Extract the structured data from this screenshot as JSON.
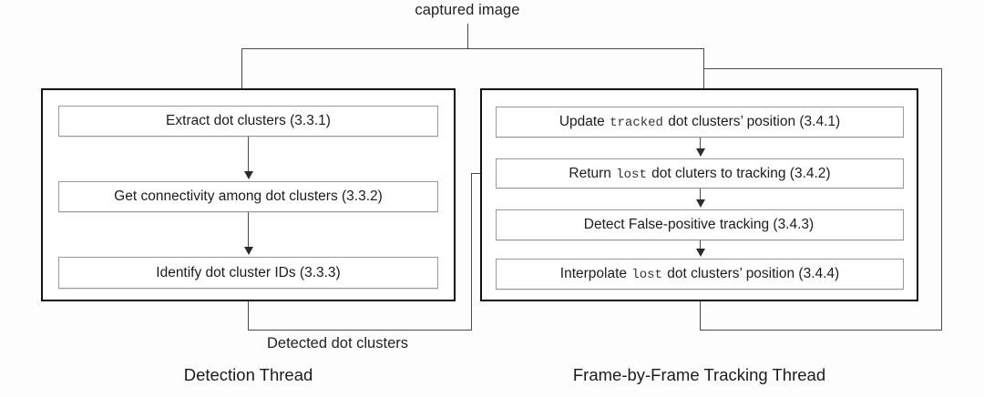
{
  "diagram": {
    "title": "Detection Thread and Frame-by-Frame Tracking Thread flowchart",
    "input_label": "captured image",
    "intermediate_label": "Detected dot clusters",
    "line_color": "#4a4a4a",
    "panel_border_color": "#111111",
    "box_border_color": "#9a9a9a",
    "background_color": "#fdfdfd"
  },
  "detection_thread": {
    "title": "Detection Thread",
    "steps": [
      {
        "id": "3.3.1",
        "text": "Extract dot clusters (3.3.1)"
      },
      {
        "id": "3.3.2",
        "text": "Get connectivity among dot clusters (3.3.2)"
      },
      {
        "id": "3.3.3",
        "text": "Identify dot cluster IDs (3.3.3)"
      }
    ]
  },
  "tracking_thread": {
    "title": "Frame-by-Frame Tracking Thread",
    "steps": [
      {
        "id": "3.4.1",
        "prefix": "Update ",
        "mono": "tracked",
        "suffix": " dot clusters’ position (3.4.1)"
      },
      {
        "id": "3.4.2",
        "prefix": "Return ",
        "mono": "lost",
        "suffix": " dot cluters to tracking (3.4.2)"
      },
      {
        "id": "3.4.3",
        "prefix": "Detect False-positive tracking (3.4.3)",
        "mono": "",
        "suffix": ""
      },
      {
        "id": "3.4.4",
        "prefix": "Interpolate ",
        "mono": "lost",
        "suffix": " dot clusters’ position (3.4.4)"
      }
    ]
  }
}
